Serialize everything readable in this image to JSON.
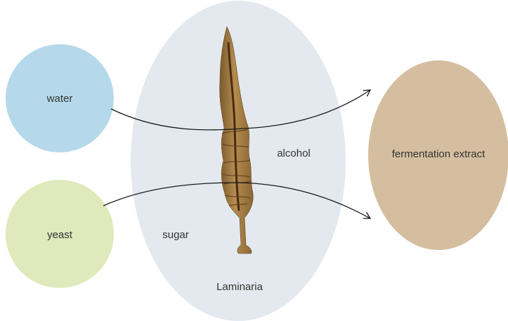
{
  "nodes": {
    "water": {
      "label": "water",
      "color": "#b5d9ea"
    },
    "yeast": {
      "label": "yeast",
      "color": "#dfe9bb"
    },
    "laminaria": {
      "label": "Laminaria",
      "color": "#e4e9ef"
    },
    "extract": {
      "label": "fermentation extract",
      "color": "#d5bea0"
    }
  },
  "inner_labels": {
    "alcohol": "alcohol",
    "sugar": "sugar"
  },
  "icons": {
    "kelp": "kelp-illustration"
  }
}
